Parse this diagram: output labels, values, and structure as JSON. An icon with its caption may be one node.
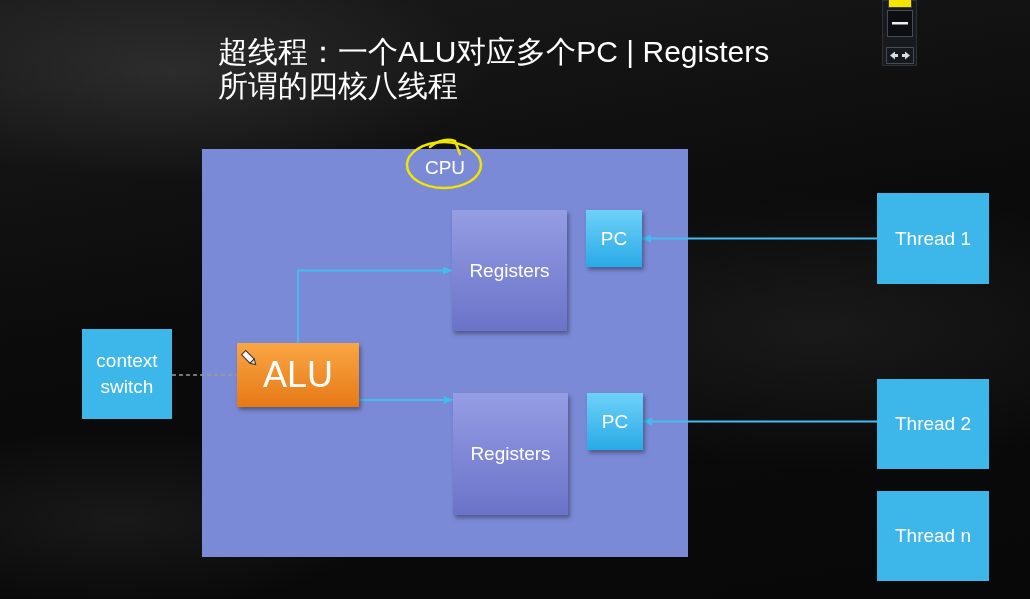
{
  "diagram": {
    "title": "超线程：一个ALU对应多个PC | Registers",
    "nodes": [
      {
        "text": [
          "CPU"
        ]
      },
      {
        "text": [
          "Registers"
        ],
        "in": 0
      },
      {
        "text": [
          "PC"
        ],
        "in": 0
      },
      {
        "text": [
          "ALU"
        ],
        "in": 0
      },
      {
        "text": [
          "Registers"
        ],
        "in": 0
      },
      {
        "text": [
          "PC"
        ],
        "in": 0
      },
      {
        "text": [
          "context switch"
        ]
      },
      {
        "text": [
          "Thread 1"
        ]
      },
      {
        "text": [
          "Thread 2"
        ]
      },
      {
        "text": [
          "Thread n"
        ]
      }
    ],
    "edges": [
      {
        "from": 3,
        "to": 1,
        "arrow": "to"
      },
      {
        "from": 3,
        "to": 4,
        "arrow": "to"
      },
      {
        "from": 7,
        "to": 2,
        "arrow": "to"
      },
      {
        "from": 8,
        "to": 5,
        "arrow": "to"
      },
      {
        "from": 6,
        "to": 3,
        "arrow": "none",
        "style": "dashed",
        "color": "#9a9a9a"
      }
    ],
    "labels": [
      "所谓的四核八线程"
    ]
  }
}
